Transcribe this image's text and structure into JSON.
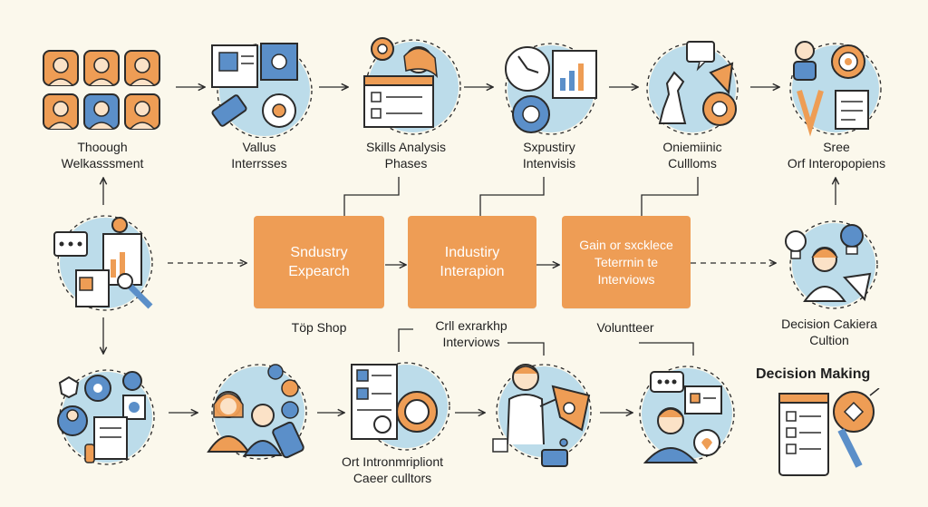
{
  "colors": {
    "background": "#fbf8ec",
    "orange": "#ee9d55",
    "blue": "#5b8fc9",
    "light_blue": "#bcdcea",
    "line": "#2b2b2b"
  },
  "top_row": [
    {
      "line1": "Thoough",
      "line2": "Welkasssment"
    },
    {
      "line1": "Vallus",
      "line2": "Interrsses"
    },
    {
      "line1": "Skills Analysis",
      "line2": "Phases"
    },
    {
      "line1": "Sxpustiry",
      "line2": "Intenvisis"
    },
    {
      "line1": "Oniemiinic",
      "line2": "Cullloms"
    },
    {
      "line1": "Sree",
      "line2": "Orf Interopopiens"
    }
  ],
  "boxes": [
    {
      "line1": "Sndustry",
      "line2": "Expearch"
    },
    {
      "line1": "Industiry",
      "line2": "Interapion"
    },
    {
      "line1": "Gain or sxcklece",
      "line2": "Teterrnin te",
      "line3": "Interviows"
    }
  ],
  "middle_labels": {
    "box1_below": "Töp Shop",
    "box2_below_1": "Crll exrarkhp",
    "box2_below_2": "Interviows",
    "box3_below": "Voluntteer",
    "right_1": "Decision Cakiera",
    "right_2": "Cultion"
  },
  "bottom_labels": {
    "career_1": "Ort Intronmripliont",
    "career_2": "Caeer culltors",
    "decision_title": "Decision Making"
  },
  "icons": {
    "c1": "team-avatars-grid-icon",
    "c2": "profile-gear-icon",
    "c3": "person-checklist-icon",
    "c4": "clock-chart-icon",
    "c5": "chess-gear-icon",
    "c6": "person-target-icon",
    "left": "documents-magnifier-icon",
    "right": "idea-person-icon",
    "b1": "people-gears-icon",
    "b2": "discussion-people-icon",
    "b3": "money-checklist-icon",
    "b4": "presenter-icon",
    "b5": "chat-person-icon",
    "b6": "checklist-pen-icon"
  }
}
